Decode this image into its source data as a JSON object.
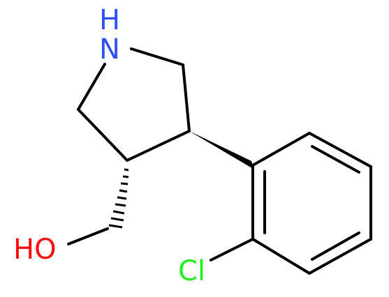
{
  "atoms": {
    "amine_nitrogen": {
      "text": "N",
      "color": "#3050F8"
    },
    "amine_hydrogen": {
      "text": "H",
      "color": "#3050F8"
    },
    "hydroxyl": {
      "text": "HO",
      "color": "#FF0D0D"
    },
    "chlorine": {
      "text": "Cl",
      "color": "#1FF01F"
    }
  },
  "colors": {
    "bond": "#000000",
    "background": "#FFFFFF"
  }
}
